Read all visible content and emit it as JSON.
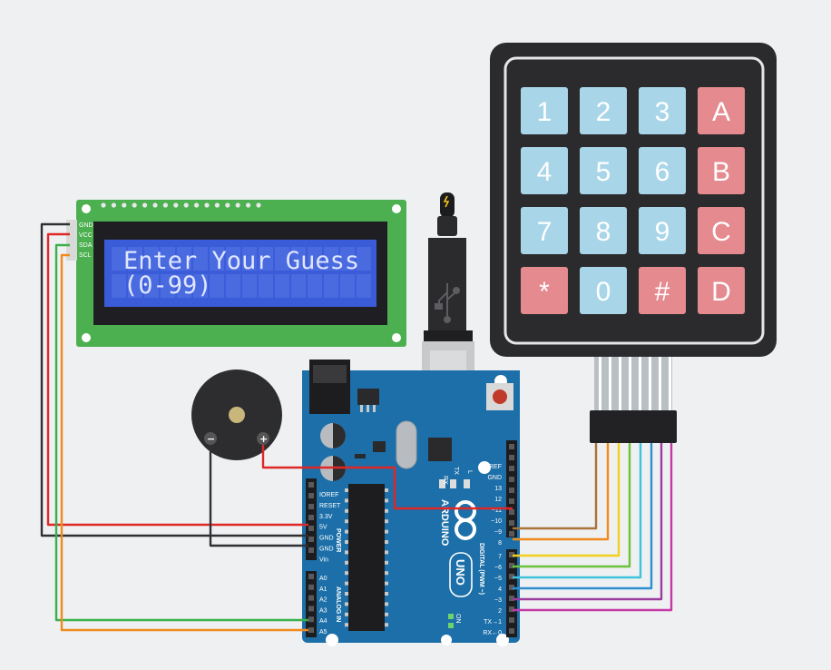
{
  "lcd": {
    "line1": "Enter Your Guess",
    "line2": "(0-99)",
    "pins": [
      "GND",
      "VCC",
      "SDA",
      "SCL"
    ]
  },
  "keypad": {
    "keys": [
      [
        "1",
        "2",
        "3",
        "A"
      ],
      [
        "4",
        "5",
        "6",
        "B"
      ],
      [
        "7",
        "8",
        "9",
        "C"
      ],
      [
        "*",
        "0",
        "#",
        "D"
      ]
    ]
  },
  "buzzer": {
    "minus": "−",
    "plus": "+"
  },
  "arduino": {
    "brand": "ARDUINO",
    "model": "UNO",
    "on_label": "ON",
    "tx_label": "TX",
    "rx_label": "RX",
    "l_label": "L",
    "power_header": "POWER",
    "analog_header": "ANALOG IN",
    "digital_header": "DIGITAL (PWM ~)",
    "power_pins": [
      "IOREF",
      "RESET",
      "3.3V",
      "5V",
      "GND",
      "GND",
      "Vin"
    ],
    "analog_pins": [
      "A0",
      "A1",
      "A2",
      "A3",
      "A4",
      "A5"
    ],
    "digital_top": [
      "AREF",
      "GND",
      "13",
      "12",
      "~11",
      "~10",
      "~9",
      "8"
    ],
    "digital_bottom": [
      "7",
      "~6",
      "~5",
      "4",
      "~3",
      "2",
      "TX→1",
      "RX←0"
    ]
  },
  "colors": {
    "wire_black": "#2f3033",
    "wire_red": "#e02727",
    "wire_green": "#3ab04a",
    "wire_orange": "#f08a1c",
    "wire_brown": "#a9743a",
    "wire_yellow": "#f2cf1d",
    "wire_lime": "#6cc23a",
    "wire_cyan": "#3fc3dc",
    "wire_blue": "#2e8fd0",
    "wire_purple": "#9b3d9e",
    "wire_magenta": "#c33aa7",
    "key_blue": "#a8d6e8",
    "key_red": "#e58a8f",
    "board_blue": "#1c6fa8",
    "lcd_green": "#4caf50",
    "lcd_screen": "#3b5cd9"
  }
}
